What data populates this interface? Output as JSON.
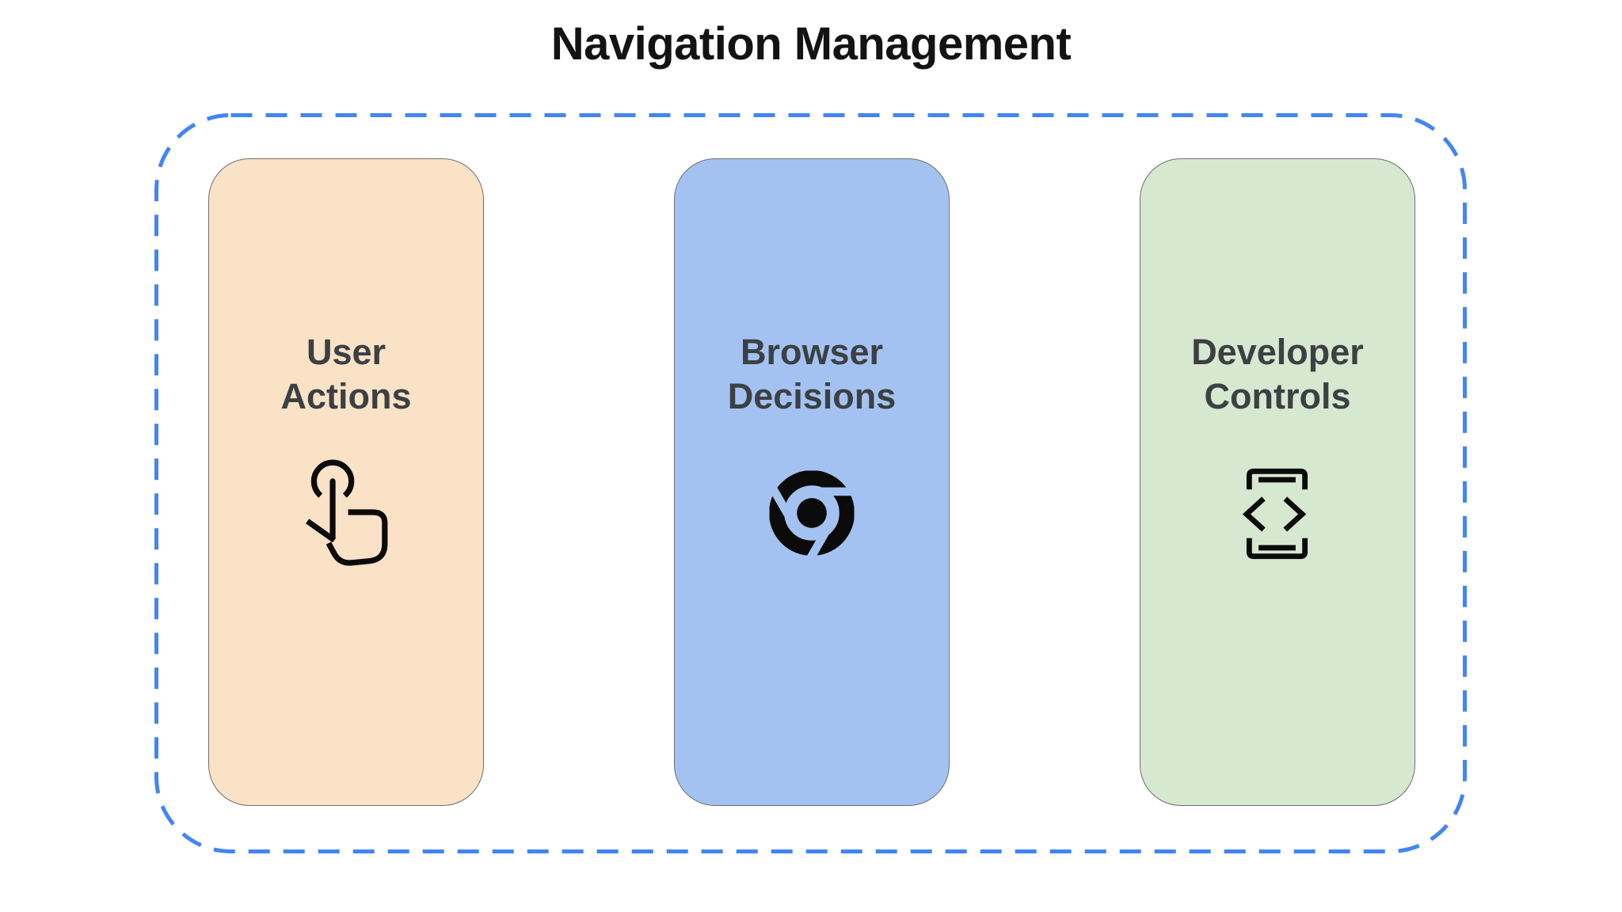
{
  "title": "Navigation Management",
  "frame": {
    "border_color": "#4285F4",
    "style": "dashed"
  },
  "cards": [
    {
      "id": "user-actions",
      "label": "User\nActions",
      "bg": "#FAE2C7",
      "icon": "touch-gesture-icon",
      "icon_color": "#0B0B0B"
    },
    {
      "id": "browser-decisions",
      "label": "Browser\nDecisions",
      "bg": "#A4C2F1",
      "icon": "chrome-browser-icon",
      "icon_color": "#0B0B0B"
    },
    {
      "id": "developer-controls",
      "label": "Developer\nControls",
      "bg": "#D6E8D0",
      "icon": "developer-mode-icon",
      "icon_color": "#0B0B0B"
    }
  ],
  "text_color": "#3C4043"
}
